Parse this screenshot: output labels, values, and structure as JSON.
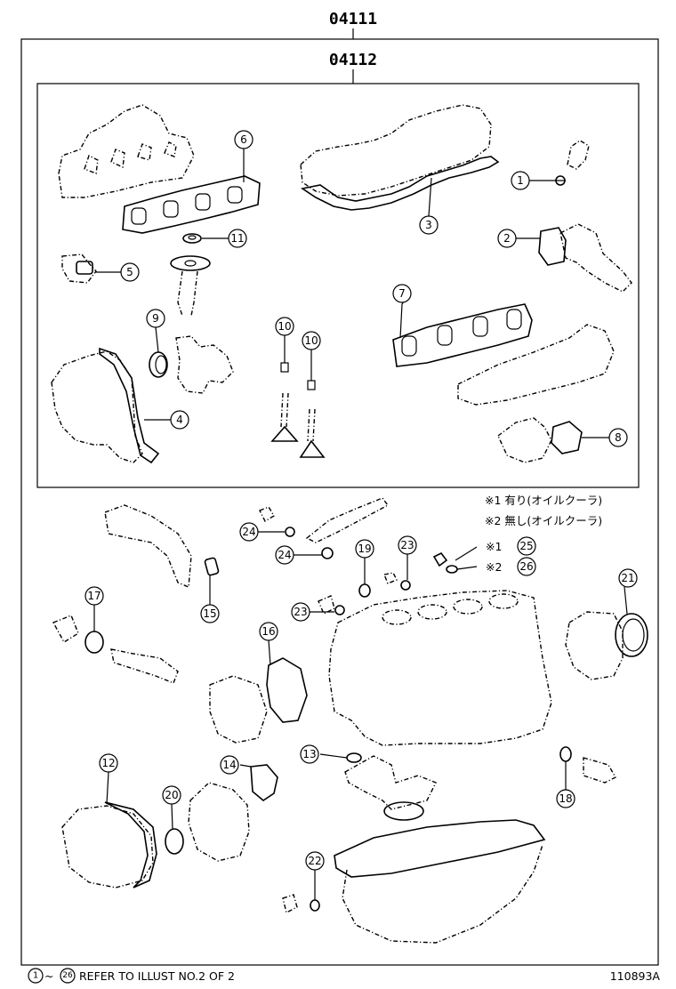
{
  "outer_group": "04111",
  "inner_group": "04112",
  "notes": {
    "note1": "※1 有り(オイルクーラ)",
    "note2": "※2 無し(オイルクーラ)"
  },
  "callouts": {
    "c1": "1",
    "c2": "2",
    "c3": "3",
    "c4": "4",
    "c5": "5",
    "c6": "6",
    "c7": "7",
    "c8": "8",
    "c9": "9",
    "c10": "10",
    "c11": "11",
    "c12": "12",
    "c13": "13",
    "c14": "14",
    "c15": "15",
    "c16": "16",
    "c17": "17",
    "c18": "18",
    "c19": "19",
    "c20": "20",
    "c21": "21",
    "c22": "22",
    "c23": "23",
    "c24": "24",
    "c25": "25",
    "c26": "26"
  },
  "variant_marks": {
    "m1": "※1",
    "m2": "※2"
  },
  "footer": {
    "range_start": "1",
    "range_tilde": "~",
    "range_end": "26",
    "refer_text": "REFER TO ILLUST NO.2 OF 2",
    "figure_code": "110893A"
  }
}
